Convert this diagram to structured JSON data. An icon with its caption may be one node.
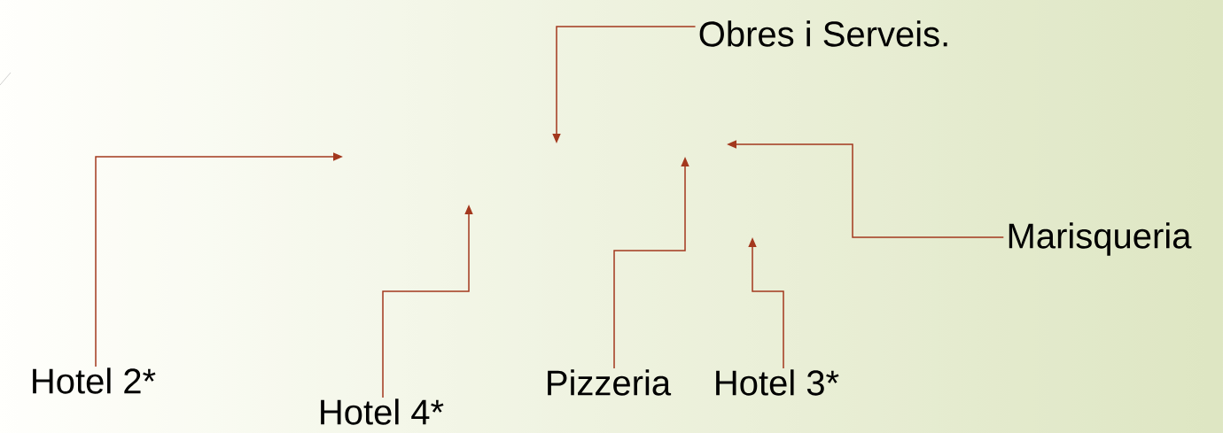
{
  "diagram": {
    "nodes": [
      {
        "text": [
          "Obres i Serveis."
        ]
      },
      {
        "text": [
          "Marisqueria"
        ]
      },
      {
        "text": [
          "Hotel 2*"
        ]
      },
      {
        "text": [
          "Hotel 4*"
        ]
      },
      {
        "text": [
          "Pizzeria"
        ]
      },
      {
        "text": [
          "Hotel 3*"
        ]
      }
    ],
    "edges": [
      {
        "from": 0,
        "to": null,
        "arrow": "to"
      },
      {
        "from": 1,
        "to": null,
        "arrow": "to"
      },
      {
        "from": 2,
        "to": null,
        "arrow": "to"
      },
      {
        "from": 3,
        "to": null,
        "arrow": "to"
      },
      {
        "from": 4,
        "to": null,
        "arrow": "to"
      },
      {
        "from": 5,
        "to": null,
        "arrow": "to"
      }
    ]
  }
}
